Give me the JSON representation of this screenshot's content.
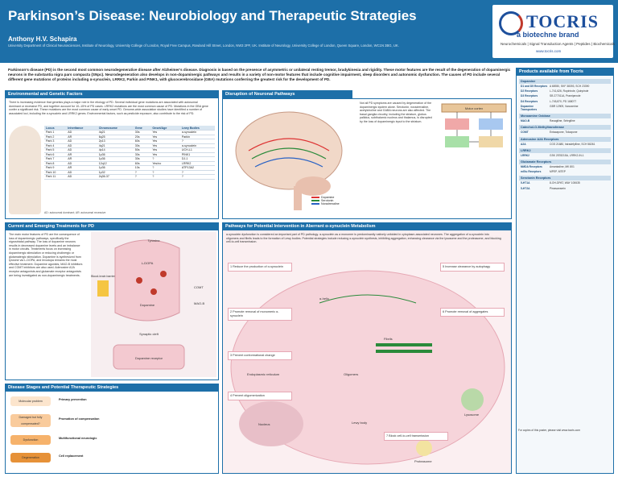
{
  "header": {
    "title": "Parkinson’s Disease: Neurobiology and Therapeutic Strategies",
    "author": "Anthony H.V. Schapira",
    "affiliations": "University Department of Clinical Neurosciences, Institute of Neurology, University College of London, Royal Free Campus, Rowland Hill Street, London, NW3 2PF, UK. Institute of Neurology, University College of London, Queen Square, London, WC1N 3BG, UK."
  },
  "logo": {
    "name": "TOCRIS",
    "tagline": "a biotechne brand",
    "divisions": "Neurochemicals | Signal Transduction Agents | Peptides | Biochemicals",
    "url": "www.tocris.com"
  },
  "intro": "Parkinson’s disease (PD) is the second most common neurodegenerative disease after Alzheimer’s disease. Diagnosis is based on the presence of asymmetric or unilateral resting tremor, bradykinesia and rigidity. These motor features are the result of the degeneration of dopaminergic neurons in the substantia nigra pars compacta (SNpc). Neurodegeneration also develops in non-dopaminergic pathways and results in a variety of non-motor features that include cognitive impairment, sleep disorders and autonomic dysfunction. The causes of PD include several different gene mutations of proteins including α-synuclein, LRRK2, Parkin and PINK1, with glucocerebrosidase (GBA) mutations conferring the greatest risk for the development of PD.",
  "sections": {
    "environmental": {
      "title": "Environmental and Genetic Factors",
      "text": "There is increasing evidence that genetics plays a major role in the etiology of PD. Several individual gene mutations are associated with autosomal dominant or recessive PD, and together account for 10–15% of PD cases. LRRK2 mutations are the most common cause of PD. Mutations in the GBA gene confer a significant risk. These mutations are the most common cause of early onset PD. Genome-wide association studies have identified a number of associated loci, including the α-synuclein and LRRK2 genes. Environmental factors, such as pesticide exposure, also contribute to the risk of PD.",
      "table_headers": [
        "Locus",
        "Inheritance",
        "Chromosome",
        "Gene",
        "Onset/Age",
        "Lewy Bodies",
        "Gene"
      ],
      "table_rows": [
        [
          "Park 1",
          "AD",
          "4q21",
          "30s",
          "Yes",
          "α-synuclein"
        ],
        [
          "Park 2",
          "AR",
          "6q25",
          "20s",
          "Yes",
          "Parkin"
        ],
        [
          "Park 3",
          "AD",
          "2p13",
          "60s",
          "Yes",
          "?"
        ],
        [
          "Park 4",
          "AD",
          "4q21",
          "30s",
          "Yes",
          "α-synuclein"
        ],
        [
          "Park 5",
          "AD",
          "4p14",
          "50s",
          "Yes",
          "UCH-L1"
        ],
        [
          "Park 6",
          "AR",
          "1p36",
          "30s",
          "Yes",
          "PINK1"
        ],
        [
          "Park 7",
          "AR",
          "1p36",
          "30s",
          "?",
          "DJ-1"
        ],
        [
          "Park 8",
          "AD",
          "12q12",
          "60s",
          "Yes/no",
          "LRRK2"
        ],
        [
          "Park 9",
          "AR",
          "1p36",
          "10s",
          "?",
          "ATP13A2"
        ],
        [
          "Park 10",
          "AD",
          "1p32",
          "?",
          "?",
          "?"
        ],
        [
          "Park 11",
          "AD",
          "2q36-37",
          "?",
          "?",
          "?"
        ]
      ],
      "table_note": "AD: autosomal dominant; AR: autosomal recessive"
    },
    "neuronal": {
      "title": "Disruption of Neuronal Pathways",
      "text": "Not all PD symptoms are caused by degeneration of the dopaminergic system alone. Serotonin, noradrenaline, acetylcholine and GABA neurons are also affected. The basal ganglia circuitry, including the striatum, globus pallidus, subthalamic nucleus and thalamus, is disrupted by the loss of dopaminergic input to the striatum.",
      "motor_label": "Motor cortex",
      "legend": [
        "Dopamine",
        "Serotonin",
        "Noradrenaline"
      ]
    },
    "current": {
      "title": "Current and Emerging Treatments for PD",
      "text": "The main motor features of PD are the consequence of loss of dopaminergic pathways, specifically the nigrostriatal pathway. The loss of dopamine neurons results in decreased dopamine levels and an imbalance in motor circuits. Treatments focus on increasing dopaminergic stimulation or reducing cholinergic or glutamatergic stimulation. Dopamine is synthesized from tyrosine via L-DOPA, and levodopa remains the most effective treatment. Dopamine agonists, MAO-B inhibitors and COMT inhibitors are also used. Adenosine A2A receptor antagonists and glutamate receptor antagonists are being investigated as non-dopaminergic treatments.",
      "labels": [
        "Blood-brain barrier",
        "L-DOPA",
        "Dopamine",
        "Tyrosine",
        "Synaptic cleft",
        "Dopamine receptor",
        "COMT",
        "MAO-B"
      ]
    },
    "pathways": {
      "title": "Pathways for Potential Intervention in Aberrant α-synuclein Metabolism",
      "text": "α-synuclein dysfunction is considered an important part of PD pathology. α-synuclein as a monomer is predominantly natively unfolded in cytoplasm-associated neurones. The aggregation of α-synuclein into oligomers and fibrils leads to the formation of Lewy bodies. Potential strategies include reducing α-synuclein synthesis, inhibiting aggregation, enhancing clearance via the lysosome and the proteasome, and blocking cell-to-cell transmission.",
      "boxes": [
        "1 Reduce the production of α-synuclein",
        "2 Promote removal of monomeric α-synuclein",
        "3 Prevent conformational change",
        "4 Prevent oligomerization",
        "5 Increase clearance by autophagy",
        "6 Promote removal of aggregates",
        "7 Block cell-to-cell transmission"
      ],
      "labels": [
        "α-helix",
        "Oligomers",
        "Fibrils",
        "Lewy body",
        "Lysosome",
        "Proteasome",
        "Nucleus",
        "Endoplasmic reticulum"
      ]
    },
    "stages": {
      "title": "Disease Stages and Potential Therapeutic Strategies",
      "stage_labels": [
        "Molecular problem",
        "Damaged but fully compensated?",
        "Dysfunction",
        "Degeneration"
      ],
      "strategies": [
        "Primary prevention",
        "Promotion of compensation",
        "Multifunctional neurologic",
        "Cell replacement"
      ]
    }
  },
  "products": {
    "title": "Products available from Tocris",
    "categories": [
      {
        "name": "Dopamine",
        "rows": [
          [
            "D1 and D5 Receptors",
            "A 68930, SKF 38393, SCH 23390"
          ],
          [
            "D2 Receptors",
            "L-741,626, Ropinirole, Quinpirole"
          ],
          [
            "D3 Receptors",
            "SB 277011A, Pramipexole"
          ],
          [
            "D4 Receptors",
            "L-745,870, PD 168077"
          ],
          [
            "Dopamine Transporters",
            "GBR 12909, Vanoxerine"
          ]
        ]
      },
      {
        "name": "Monoamine Oxidase",
        "rows": [
          [
            "MAO-B",
            "Rasagiline, Selegiline"
          ]
        ]
      },
      {
        "name": "Catechol-O-Methyltransferase",
        "rows": [
          [
            "COMT",
            "Entacapone, Tolcapone"
          ]
        ]
      },
      {
        "name": "Adenosine A2A Receptors",
        "rows": [
          [
            "A2A",
            "CGS 21680, Istradefylline, SCH 58261"
          ]
        ]
      },
      {
        "name": "LRRK2",
        "rows": [
          [
            "LRRK2",
            "GSK 2578215A, LRRK2-IN-1"
          ]
        ]
      },
      {
        "name": "Glutamate Receptors",
        "rows": [
          [
            "NMDA Receptors",
            "Amantadine, MK 801"
          ],
          [
            "mGlu Receptors",
            "MPEP, MTEP"
          ]
        ]
      },
      {
        "name": "Serotonin Receptors",
        "rows": [
          [
            "5-HT1A",
            "8-OH-DPAT, WAY 100635"
          ],
          [
            "5-HT2A",
            "Pimavanserin"
          ]
        ]
      }
    ],
    "footer": "For copies of this poster, please visit www.tocris.com"
  }
}
